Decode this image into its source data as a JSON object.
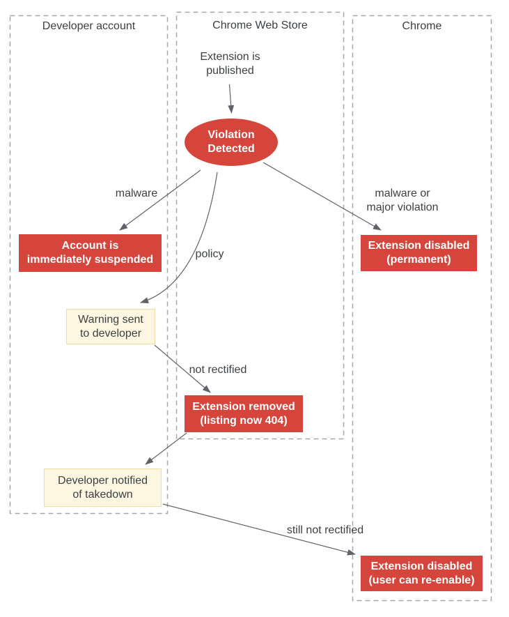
{
  "colors": {
    "red": "#d6453c",
    "cream_fill": "#fdf7e2",
    "cream_border": "#f2dda0",
    "arrow": "#5f6368",
    "lane_border": "#a5a7a9",
    "text_dark": "#3c4043",
    "text_light": "#ffffff"
  },
  "lanes": [
    {
      "label": "Developer account"
    },
    {
      "label": "Chrome Web Store"
    },
    {
      "label": "Chrome"
    }
  ],
  "nodes": {
    "published": {
      "label": "Extension is\npublished"
    },
    "violation": {
      "label": "Violation\nDetected"
    },
    "account_suspended": {
      "label": "Account is\nimmediately suspended"
    },
    "disabled_permanent": {
      "label": "Extension disabled\n(permanent)"
    },
    "warning_sent": {
      "label": "Warning sent\nto developer"
    },
    "extension_removed": {
      "label": "Extension removed\n(listing now 404)"
    },
    "developer_notified": {
      "label": "Developer notified\nof takedown"
    },
    "disabled_reenable": {
      "label": "Extension disabled\n(user can re-enable)"
    }
  },
  "edge_labels": {
    "malware": "malware",
    "malware_or_major": "malware or\nmajor violation",
    "policy": "policy",
    "not_rectified": "not rectified",
    "still_not_rectified": "still not rectified"
  }
}
